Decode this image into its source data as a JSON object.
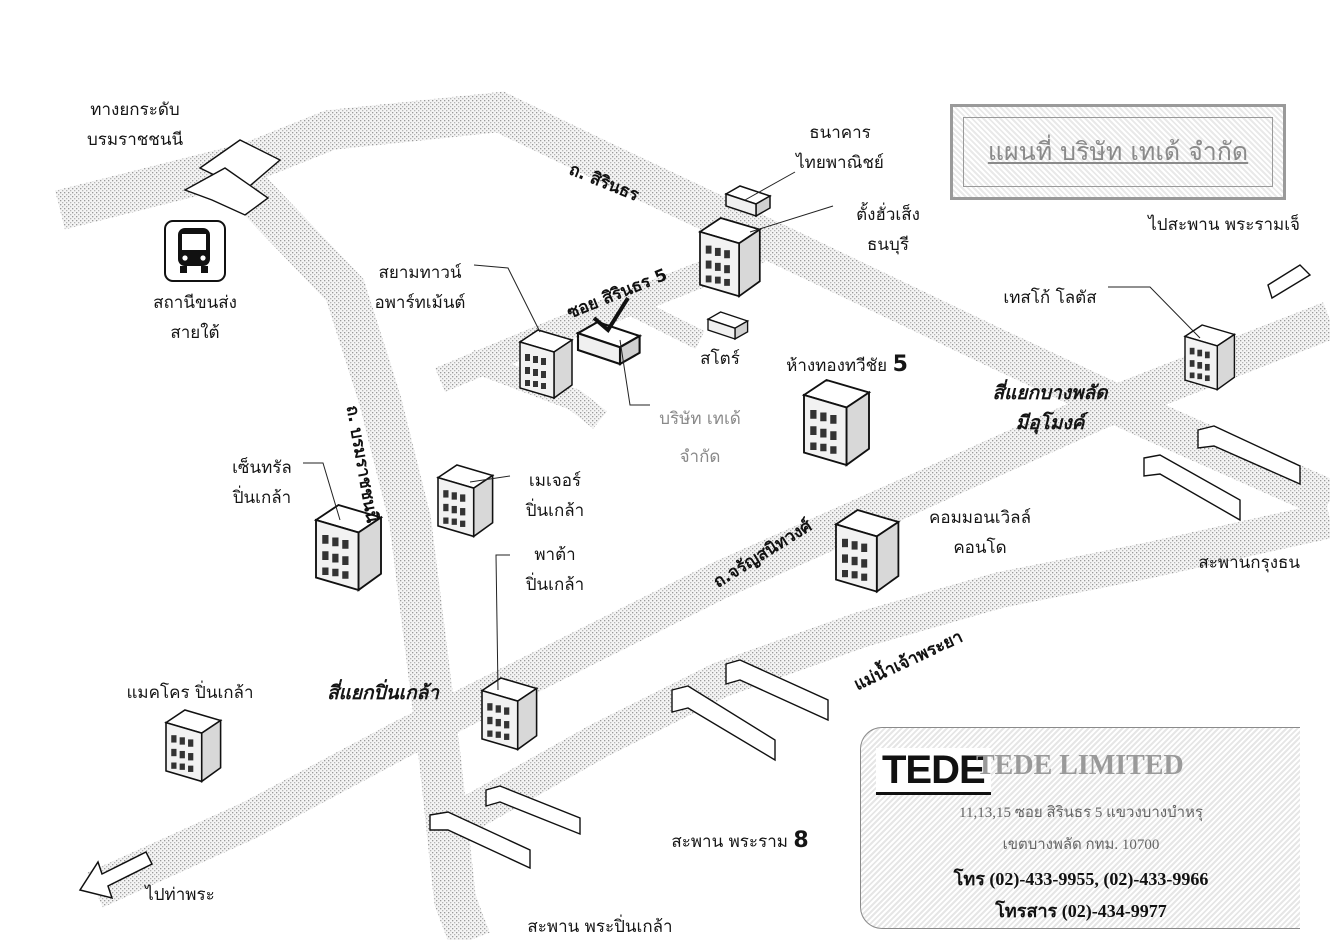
{
  "title": "แผนที่ บริษัท เทเด้ จำกัด",
  "roads": {
    "sirindhorn": "ถ. สิรินธร",
    "soi_sirindhorn5": "ซอย สิรินธร 5",
    "boromratchonnani": "ถ. บรมราชชนนี",
    "charansanitwong": "ถ.จรัญสนิทวงศ์",
    "chao_phraya": "แม่น้ำเจ้าพระยา"
  },
  "intersections": {
    "bang_phlat": [
      "สี่แยกบางพลัด",
      "มีอุโมงค์"
    ],
    "pin_klao": "สี่แยกปิ่นเกล้า"
  },
  "places": {
    "flyover": [
      "ทางยกระดับ",
      "บรมราชชนนี"
    ],
    "bus_station": [
      "สถานีขนส่ง",
      "สายใต้"
    ],
    "siam_town": [
      "สยามทาวน์",
      "อพาร์ทเม้นต์"
    ],
    "thai_panich": [
      "ธนาคาร",
      "ไทยพาณิชย์"
    ],
    "tung_hua_seng": [
      "ตั้งฮั่วเส็ง",
      "ธนบุรี"
    ],
    "store": "สโตร์",
    "tawee_chai": "ห้างทองทวีชัย",
    "tawee_chai_num": "5",
    "tede": [
      "บริษัท เทเด้",
      "จำกัด"
    ],
    "tesco": "เทสโก้ โลตัส",
    "central": [
      "เซ็นทรัล",
      "ปิ่นเกล้า"
    ],
    "major": [
      "เมเจอร์",
      "ปิ่นเกล้า"
    ],
    "pata": [
      "พาต้า",
      "ปิ่นเกล้า"
    ],
    "common_wealth": [
      "คอมมอนเวิลล์",
      "คอนโด"
    ],
    "makro": "แมคโคร ปิ่นเกล้า"
  },
  "bridges": {
    "rama7": "ไปสะพาน พระรามเจ็",
    "krung_thon": "สะพานกรุงธน",
    "rama8": "สะพาน พระราม",
    "rama8_num": "8",
    "pin_klao_bridge": "สะพาน พระปิ่นเกล้า",
    "tha_phra": "ไปท่าพระ"
  },
  "company": {
    "logo": "TEDE",
    "name": "TEDE LIMITED",
    "address1": "11,13,15 ซอย สิรินธร 5 แขวงบางบำหรุ",
    "address2": "เขตบางพลัด กทม. 10700",
    "tel": "โทร (02)-433-9955, (02)-433-9966",
    "fax": "โทรสาร (02)-434-9977"
  },
  "icons": {
    "bus": "bus-icon",
    "building": "building-icon",
    "checkmark": "checkmark-icon",
    "arrow": "arrow-left-down-icon"
  }
}
